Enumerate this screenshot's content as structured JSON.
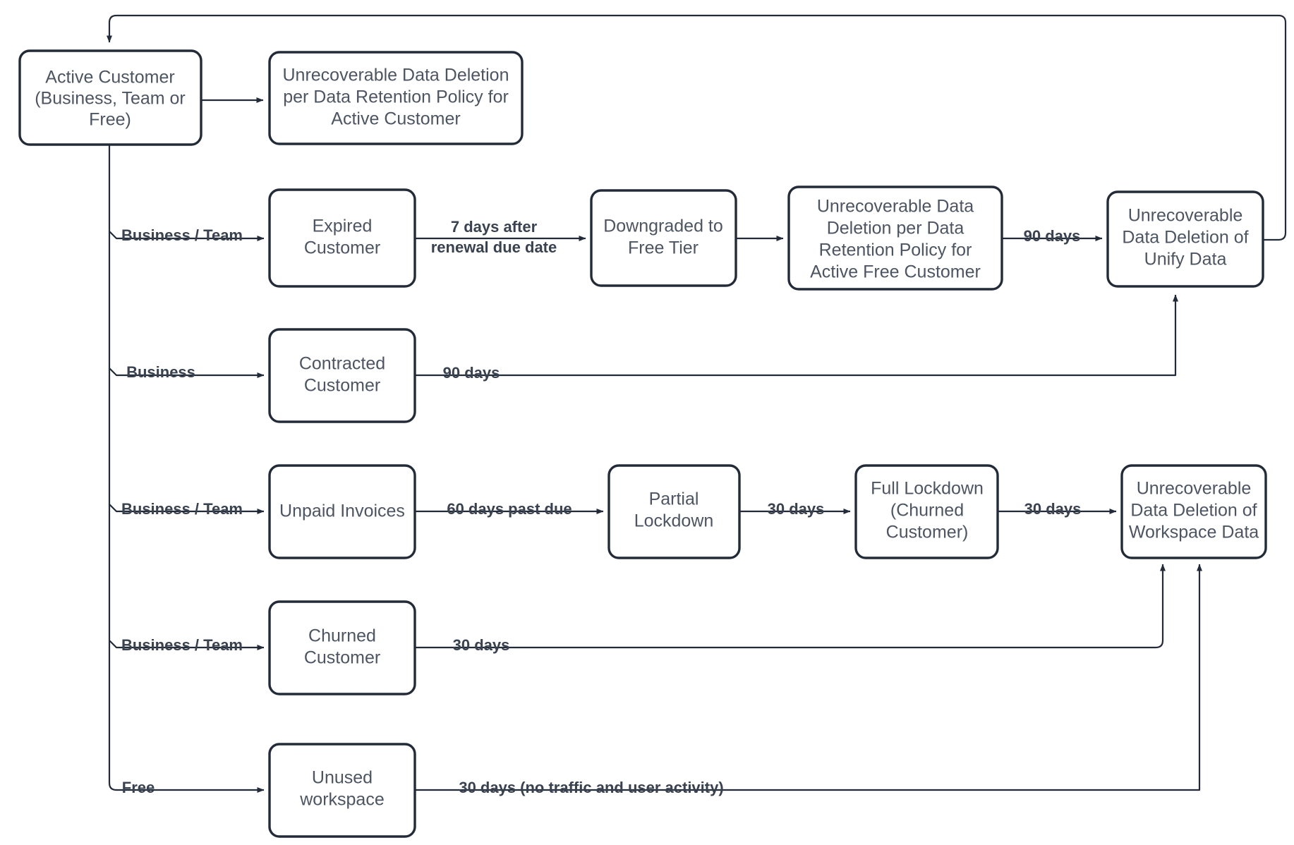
{
  "diagram": {
    "title": "Customer Lifecycle Data Retention and Deletion Flow",
    "type": "flowchart",
    "colors": {
      "node_stroke": "#232b38",
      "node_fill": "#ffffff",
      "node_text": "#4d5562",
      "edge_stroke": "#232b38",
      "edge_label_text": "#3a4250",
      "background": "#ffffff"
    },
    "nodes": [
      {
        "id": "active_customer",
        "label": "Active Customer\n(Business, Team or\nFree)",
        "lines": [
          "Active Customer",
          "(Business, Team or",
          "Free)"
        ]
      },
      {
        "id": "deletion_active",
        "label": "Unrecoverable Data Deletion per Data Retention Policy for Active Customer",
        "lines": [
          "Unrecoverable Data Deletion",
          "per Data Retention Policy for",
          "Active Customer"
        ]
      },
      {
        "id": "expired_customer",
        "label": "Expired Customer",
        "lines": [
          "Expired",
          "Customer"
        ]
      },
      {
        "id": "downgraded_free",
        "label": "Downgraded to Free Tier",
        "lines": [
          "Downgraded to",
          "Free Tier"
        ]
      },
      {
        "id": "deletion_free",
        "label": "Unrecoverable Data Deletion per Data Retention Policy for Active Free Customer",
        "lines": [
          "Unrecoverable Data",
          "Deletion per Data",
          "Retention Policy for",
          "Active Free Customer"
        ]
      },
      {
        "id": "deletion_unify",
        "label": "Unrecoverable Data Deletion of Unify Data",
        "lines": [
          "Unrecoverable",
          "Data Deletion of",
          "Unify Data"
        ]
      },
      {
        "id": "contracted_customer",
        "label": "Contracted Customer",
        "lines": [
          "Contracted",
          "Customer"
        ]
      },
      {
        "id": "unpaid_invoices",
        "label": "Unpaid Invoices",
        "lines": [
          "Unpaid Invoices"
        ]
      },
      {
        "id": "partial_lockdown",
        "label": "Partial Lockdown",
        "lines": [
          "Partial",
          "Lockdown"
        ]
      },
      {
        "id": "full_lockdown",
        "label": "Full Lockdown (Churned Customer)",
        "lines": [
          "Full Lockdown",
          "(Churned",
          "Customer)"
        ]
      },
      {
        "id": "deletion_workspace",
        "label": "Unrecoverable Data Deletion of Workspace Data",
        "lines": [
          "Unrecoverable",
          "Data Deletion of",
          "Workspace Data"
        ]
      },
      {
        "id": "churned_customer",
        "label": "Churned Customer",
        "lines": [
          "Churned",
          "Customer"
        ]
      },
      {
        "id": "unused_workspace",
        "label": "Unused workspace",
        "lines": [
          "Unused",
          "workspace"
        ]
      }
    ],
    "edges": [
      {
        "id": "e1",
        "from": "active_customer",
        "to": "deletion_active",
        "label": ""
      },
      {
        "id": "e2",
        "from": "active_customer",
        "to": "expired_customer",
        "label": "Business / Team"
      },
      {
        "id": "e3",
        "from": "expired_customer",
        "to": "downgraded_free",
        "label": "7 days after renewal due date",
        "label_lines": [
          "7 days after",
          "renewal due date"
        ]
      },
      {
        "id": "e4",
        "from": "downgraded_free",
        "to": "deletion_free",
        "label": ""
      },
      {
        "id": "e5",
        "from": "deletion_free",
        "to": "deletion_unify",
        "label": "90 days"
      },
      {
        "id": "e6",
        "from": "active_customer",
        "to": "contracted_customer",
        "label": "Business"
      },
      {
        "id": "e7",
        "from": "contracted_customer",
        "to": "deletion_unify",
        "label": "90 days"
      },
      {
        "id": "e8",
        "from": "active_customer",
        "to": "unpaid_invoices",
        "label": "Business / Team"
      },
      {
        "id": "e9",
        "from": "unpaid_invoices",
        "to": "partial_lockdown",
        "label": "60 days past due"
      },
      {
        "id": "e10",
        "from": "partial_lockdown",
        "to": "full_lockdown",
        "label": "30 days"
      },
      {
        "id": "e11",
        "from": "full_lockdown",
        "to": "deletion_workspace",
        "label": "30 days"
      },
      {
        "id": "e12",
        "from": "active_customer",
        "to": "churned_customer",
        "label": "Business / Team"
      },
      {
        "id": "e13",
        "from": "churned_customer",
        "to": "deletion_workspace",
        "label": "30 days"
      },
      {
        "id": "e14",
        "from": "active_customer",
        "to": "unused_workspace",
        "label": "Free"
      },
      {
        "id": "e15",
        "from": "unused_workspace",
        "to": "deletion_workspace",
        "label": "30 days (no traffic and user activity)"
      },
      {
        "id": "e16",
        "from": "deletion_unify",
        "to": "active_customer",
        "label": ""
      }
    ],
    "labels": {
      "business_team": "Business / Team",
      "business": "Business",
      "free": "Free",
      "seven_days_l1": "7 days after",
      "seven_days_l2": "renewal due date",
      "ninety_days_free": "90 days",
      "ninety_days_contracted": "90 days",
      "sixty_days_past_due": "60 days past due",
      "thirty_days_partial": "30 days",
      "thirty_days_full": "30 days",
      "thirty_days_churned": "30 days",
      "thirty_days_unused": "30 days (no traffic and user activity)"
    },
    "node_text": {
      "active_customer": {
        "l1": "Active Customer",
        "l2": "(Business, Team or",
        "l3": "Free)"
      },
      "deletion_active": {
        "l1": "Unrecoverable Data Deletion",
        "l2": "per Data Retention Policy for",
        "l3": "Active Customer"
      },
      "expired_customer": {
        "l1": "Expired",
        "l2": "Customer"
      },
      "downgraded_free": {
        "l1": "Downgraded to",
        "l2": "Free Tier"
      },
      "deletion_free": {
        "l1": "Unrecoverable Data",
        "l2": "Deletion per Data",
        "l3": "Retention Policy for",
        "l4": "Active Free Customer"
      },
      "deletion_unify": {
        "l1": "Unrecoverable",
        "l2": "Data Deletion of",
        "l3": "Unify Data"
      },
      "contracted_customer": {
        "l1": "Contracted",
        "l2": "Customer"
      },
      "unpaid_invoices": {
        "l1": "Unpaid Invoices"
      },
      "partial_lockdown": {
        "l1": "Partial",
        "l2": "Lockdown"
      },
      "full_lockdown": {
        "l1": "Full Lockdown",
        "l2": "(Churned",
        "l3": "Customer)"
      },
      "deletion_workspace": {
        "l1": "Unrecoverable",
        "l2": "Data Deletion of",
        "l3": "Workspace Data"
      },
      "churned_customer": {
        "l1": "Churned",
        "l2": "Customer"
      },
      "unused_workspace": {
        "l1": "Unused",
        "l2": "workspace"
      }
    }
  }
}
